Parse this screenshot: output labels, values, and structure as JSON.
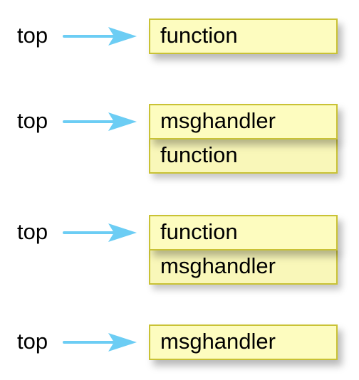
{
  "colors": {
    "arrow": "#6ccdf4",
    "cell_fill": "#fdfcbf",
    "cell_border": "#c9c235"
  },
  "states": [
    {
      "pointer_label": "top",
      "stack": [
        "function"
      ]
    },
    {
      "pointer_label": "top",
      "stack": [
        "msghandler",
        "function"
      ]
    },
    {
      "pointer_label": "top",
      "stack": [
        "function",
        "msghandler"
      ]
    },
    {
      "pointer_label": "top",
      "stack": [
        "msghandler"
      ]
    }
  ]
}
